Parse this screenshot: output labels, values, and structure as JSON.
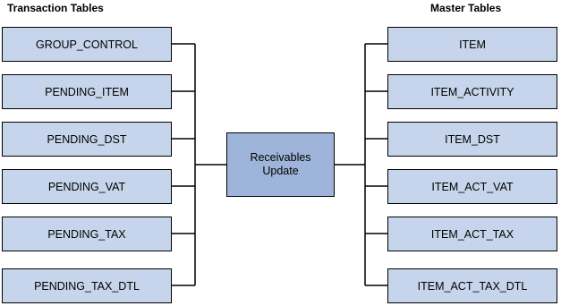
{
  "headers": {
    "left": "Transaction Tables",
    "right": "Master Tables"
  },
  "center": {
    "label": "Receivables\nUpdate"
  },
  "transaction_tables": [
    "GROUP_CONTROL",
    "PENDING_ITEM",
    "PENDING_DST",
    "PENDING_VAT",
    "PENDING_TAX",
    "PENDING_TAX_DTL"
  ],
  "master_tables": [
    "ITEM",
    "ITEM_ACTIVITY",
    "ITEM_DST",
    "ITEM_ACT_VAT",
    "ITEM_ACT_TAX",
    "ITEM_ACT_TAX_DTL"
  ],
  "colors": {
    "table_box_fill": "#c6d5eb",
    "center_box_fill": "#9fb4da",
    "line": "#000000"
  }
}
